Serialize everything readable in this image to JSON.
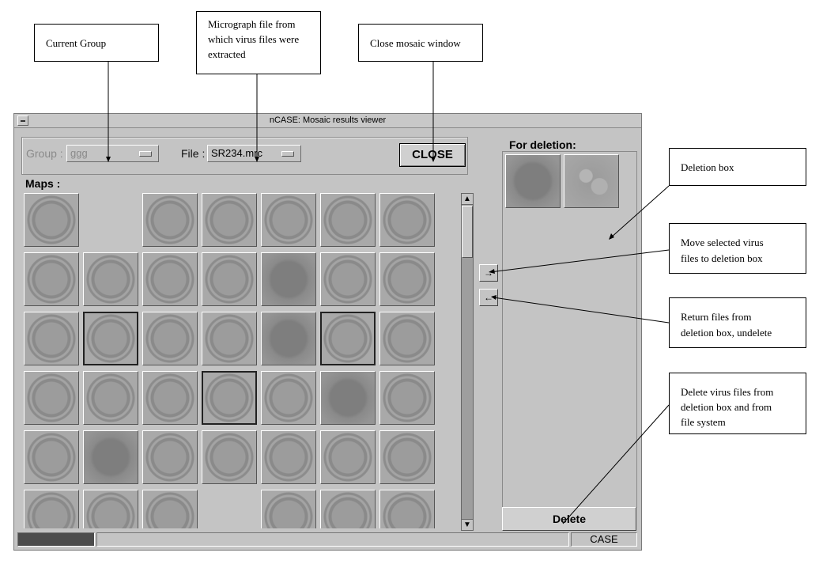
{
  "callouts": {
    "current_group": "Current Group",
    "micrograph": "Micrograph file from\nwhich virus files were\nextracted",
    "close_mosaic": "Close mosaic window",
    "deletion_box": "Deletion box",
    "move_selected": "Move selected virus\nfiles to deletion box",
    "return_files": "Return files from\ndeletion box, undelete",
    "delete_files": "Delete virus files from\ndeletion box and from\nfile system"
  },
  "window": {
    "title": "nCASE: Mosaic results viewer"
  },
  "toolbar": {
    "group_label": "Group :",
    "group_value": "ggg",
    "file_label": "File :",
    "file_value": "SR234.mrc",
    "close_label": "CLOSE"
  },
  "maps": {
    "label": "Maps :",
    "grid_occupancy": [
      [
        1,
        0,
        1,
        1,
        1,
        1,
        1
      ],
      [
        1,
        1,
        1,
        1,
        1,
        1,
        1
      ],
      [
        1,
        1,
        1,
        1,
        1,
        1,
        1
      ],
      [
        1,
        1,
        1,
        1,
        1,
        1,
        1
      ],
      [
        1,
        1,
        1,
        1,
        1,
        1,
        1
      ],
      [
        1,
        1,
        1,
        0,
        1,
        1,
        1
      ]
    ]
  },
  "deletion": {
    "label": "For deletion:",
    "move_to_label": "→",
    "return_label": "←",
    "delete_label": "Delete"
  },
  "status": {
    "right_text": "CASE"
  }
}
